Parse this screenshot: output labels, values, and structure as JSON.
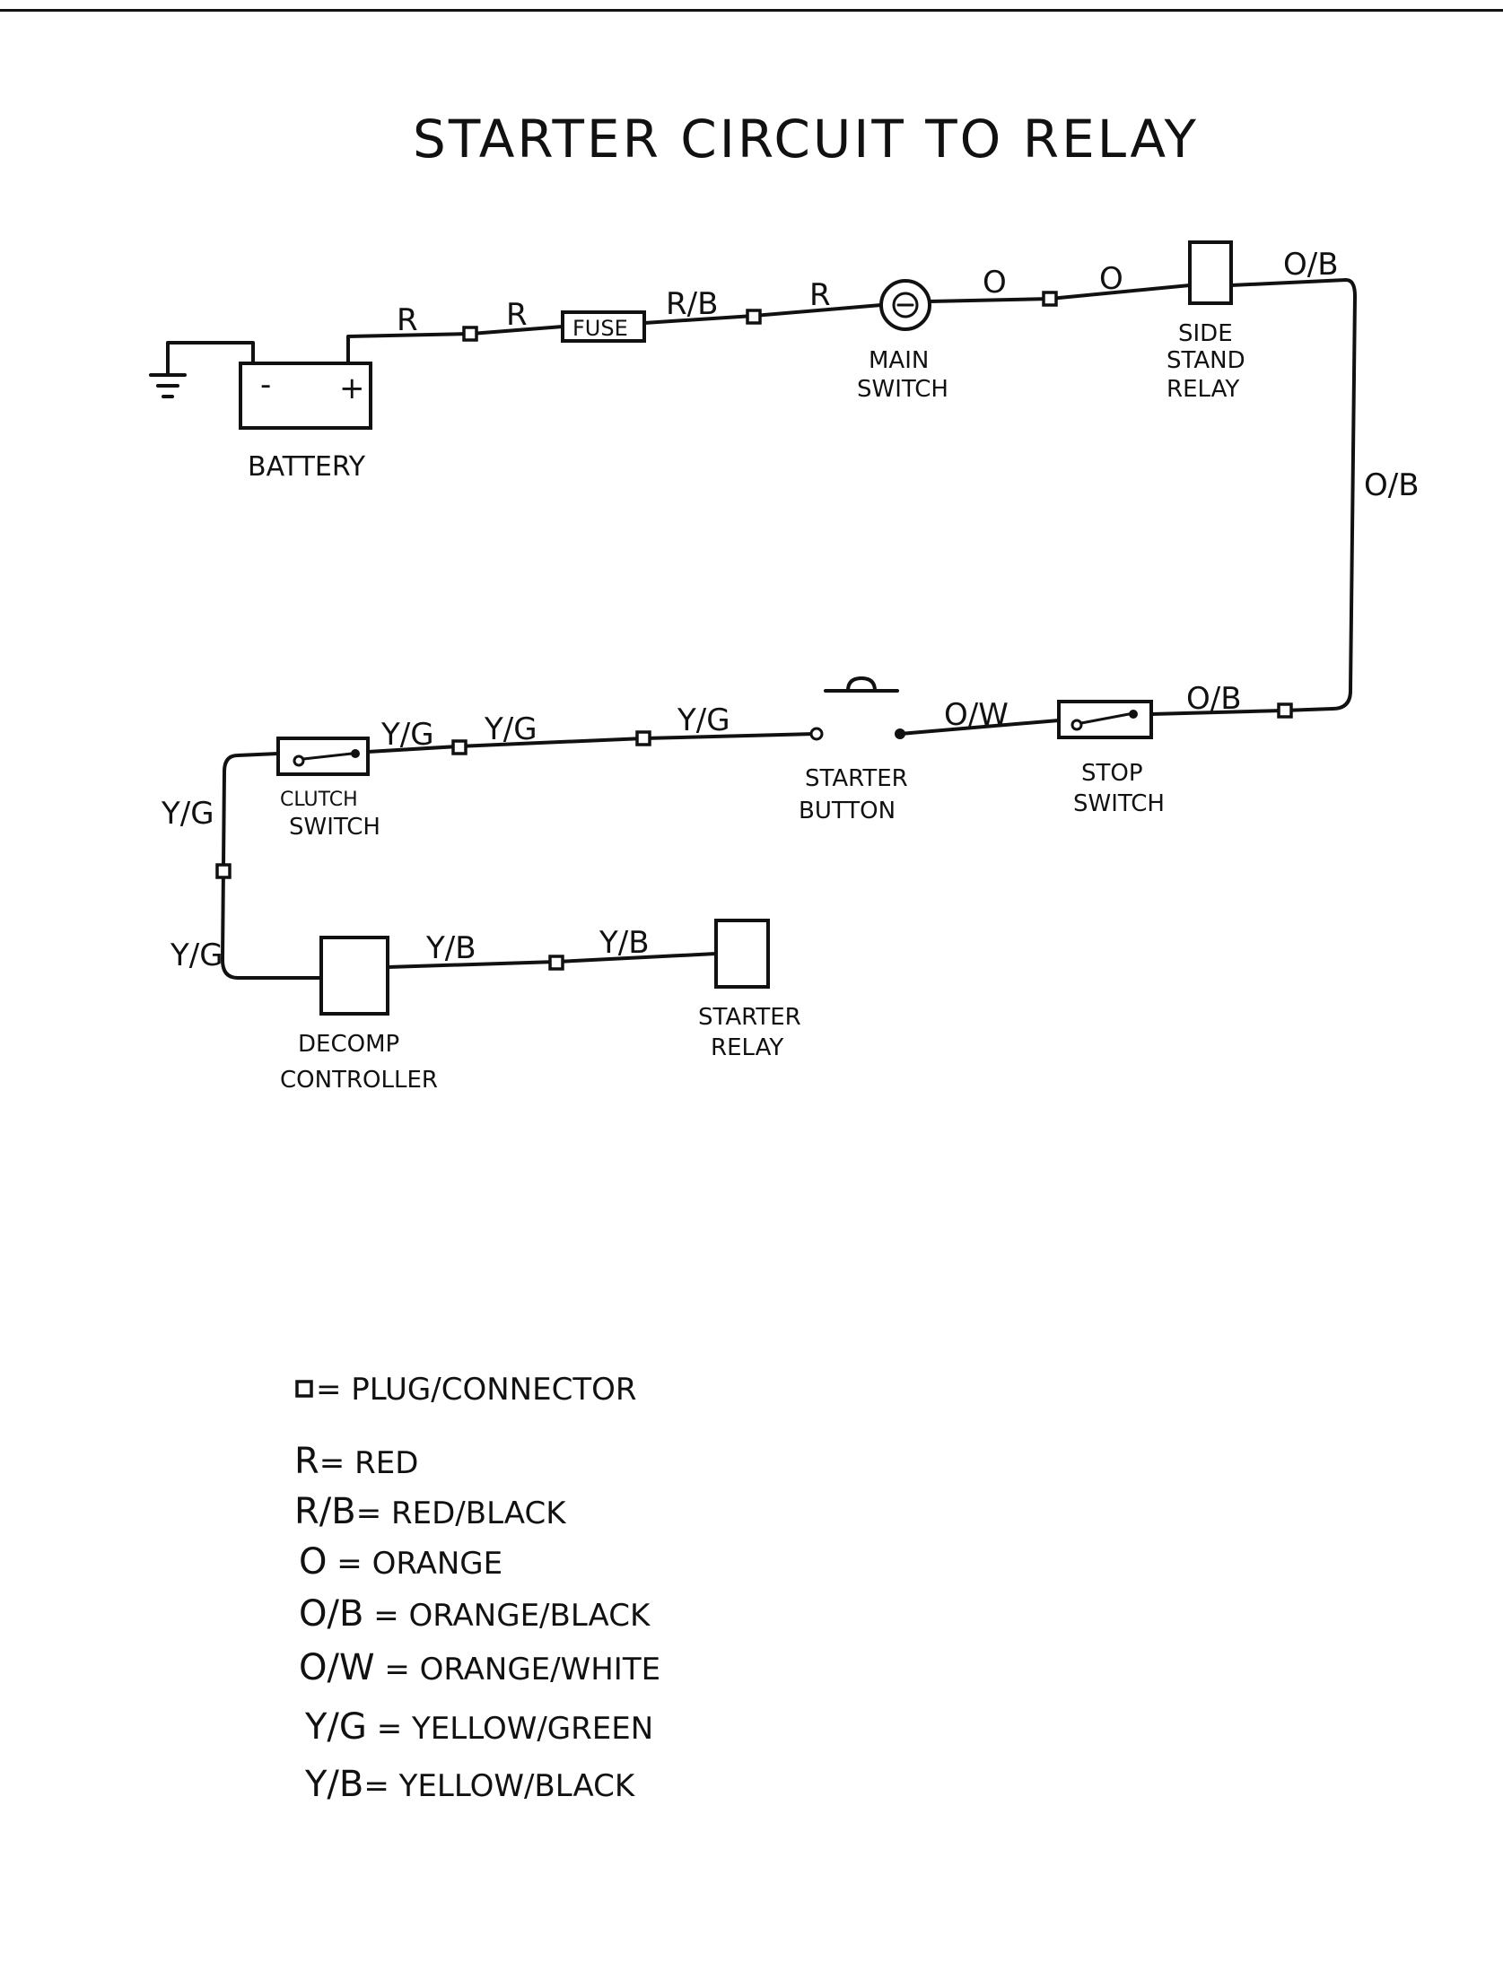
{
  "title": "STARTER CIRCUIT TO RELAY",
  "components": {
    "battery": "BATTERY",
    "battery_neg": "-",
    "battery_pos": "+",
    "fuse": "FUSE",
    "main_switch": [
      "MAIN",
      "SWITCH"
    ],
    "side_stand_relay": [
      "SIDE",
      "STAND",
      "RELAY"
    ],
    "stop_switch": [
      "STOP",
      "SWITCH"
    ],
    "starter_button": [
      "STARTER",
      "BUTTON"
    ],
    "clutch_switch": [
      "CLUTCH",
      "SWITCH"
    ],
    "decomp_controller": [
      "DECOMP",
      "CONTROLLER"
    ],
    "starter_relay": [
      "STARTER",
      "RELAY"
    ]
  },
  "wire_labels": {
    "r1": "R",
    "r2": "R",
    "rb": "R/B",
    "r3": "R",
    "o1": "O",
    "o2": "O",
    "ob1": "O/B",
    "ob2": "O/B",
    "ob3": "O/B",
    "ow": "O/W",
    "yg1": "Y/G",
    "yg2": "Y/G",
    "yg3": "Y/G",
    "yg4": "Y/G",
    "yg5": "Y/G",
    "yb1": "Y/B",
    "yb2": "Y/B"
  },
  "legend": [
    {
      "key": "□",
      "sep": " = ",
      "value": "PLUG/CONNECTOR"
    },
    {
      "key": "R",
      "sep": "= ",
      "value": "RED"
    },
    {
      "key": "R/B",
      "sep": "= ",
      "value": "RED/BLACK"
    },
    {
      "key": "O",
      "sep": " = ",
      "value": "ORANGE"
    },
    {
      "key": "O/B",
      "sep": " = ",
      "value": "ORANGE/BLACK"
    },
    {
      "key": "O/W",
      "sep": " = ",
      "value": "ORANGE/WHITE"
    },
    {
      "key": "Y/G",
      "sep": " = ",
      "value": "YELLOW/GREEN"
    },
    {
      "key": "Y/B",
      "sep": "= ",
      "value": "YELLOW/BLACK"
    }
  ]
}
